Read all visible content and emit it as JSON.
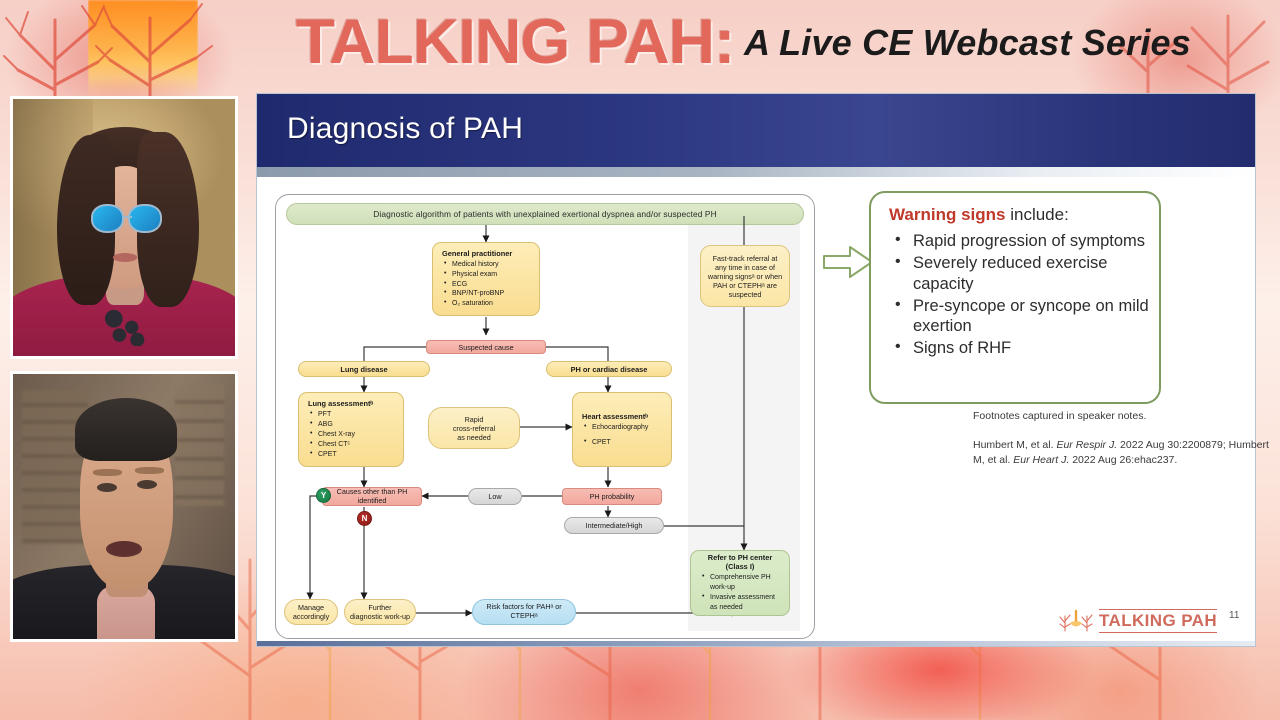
{
  "banner": {
    "title": "TALKING PAH:",
    "subtitle": "A Live CE Webcast Series"
  },
  "colors": {
    "banner_title": "#e2685c",
    "slide_title_bar": "#2b3680",
    "warning_accent": "#c0392b",
    "warning_border": "#7f9c5f",
    "logo": "#cf6a5c"
  },
  "cameras": [
    {
      "name": "speaker-one",
      "label": ""
    },
    {
      "name": "speaker-two",
      "label": ""
    }
  ],
  "slide": {
    "title": "Diagnosis of PAH",
    "page_number": "11",
    "logo_text": "TALKING PAH"
  },
  "flowchart": {
    "header": "Diagnostic algorithm of patients with unexplained exertional dyspnea and/or suspected PH",
    "gp": {
      "title": "General practitioner",
      "items": [
        "Medical history",
        "Physical exam",
        "ECG",
        "BNP/NT-proBNP",
        "O₂ saturation"
      ]
    },
    "fast_track": "Fast-track referral at any time in case of warning signsᵃ or when PAH or CTEPHᵃ are suspected",
    "suspected_cause": "Suspected cause",
    "lung_disease": "Lung disease",
    "ph_or_cardiac": "PH or cardiac disease",
    "lung_assessment": {
      "title": "Lung assessmentᵇ",
      "items": [
        "PFT",
        "ABG",
        "Chest X-ray",
        "Chest CTᶜ",
        "CPET"
      ]
    },
    "rapid_cross_referral": "Rapid\ncross-referral\nas needed",
    "heart_assessment": {
      "title": "Heart assessmentᵇ",
      "items": [
        "Echocardiography",
        "CPET"
      ]
    },
    "causes_other": "Causes other than PH identified",
    "low": "Low",
    "ph_probability": "PH probability",
    "intermediate_high": "Intermediate/High",
    "badge_yes": "Y",
    "badge_no": "N",
    "manage_accordingly": "Manage\naccordingly",
    "further_workup": "Further\ndiagnostic work-up",
    "risk_factors": "Risk factors for PAHᵃ or CTEPHᵃ",
    "refer_ph_center": {
      "title": "Refer to PH center",
      "subtitle": "(Class I)",
      "items": [
        "Comprehensive PH work-up",
        "Invasive assessment as needed"
      ]
    }
  },
  "warning": {
    "lead_bold": "Warning signs",
    "lead_rest": " include:",
    "items": [
      "Rapid progression of symptoms",
      "Severely reduced exercise capacity",
      "Pre-syncope or syncope on mild exertion",
      "Signs of RHF"
    ]
  },
  "footnotes": {
    "note": "Footnotes captured in speaker notes.",
    "citation_1_author": "Humbert M, et al. ",
    "citation_1_journal": "Eur Respir J.",
    "citation_1_rest": " 2022 Aug 30:2200879; Humbert M, et al. ",
    "citation_2_journal": "Eur Heart J.",
    "citation_2_rest": " 2022 Aug 26:ehac237."
  }
}
